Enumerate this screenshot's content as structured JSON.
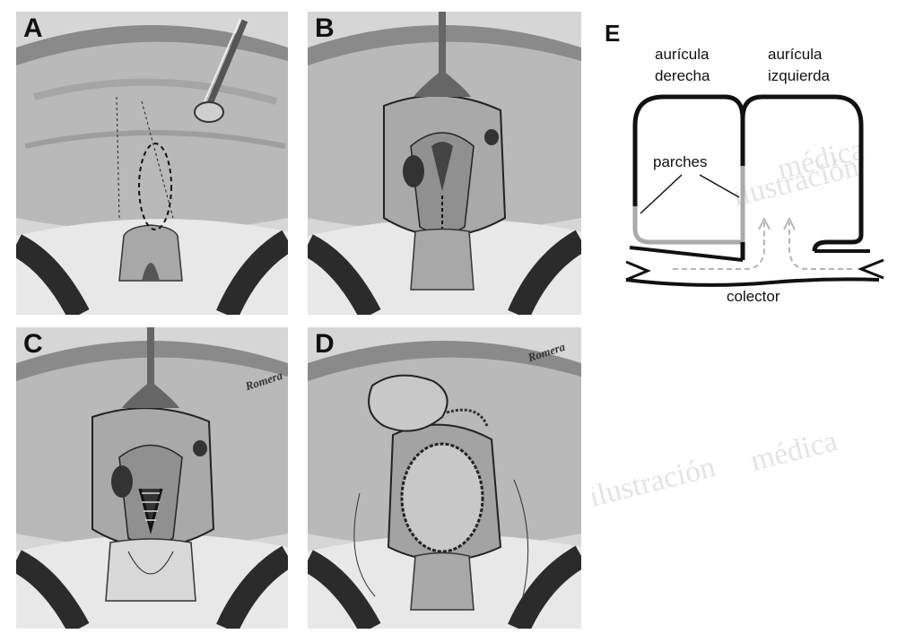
{
  "panels": [
    {
      "letter": "A",
      "signature": ""
    },
    {
      "letter": "B",
      "signature": ""
    },
    {
      "letter": "C",
      "signature": "Romera"
    },
    {
      "letter": "D",
      "signature": "Romera"
    }
  ],
  "schema": {
    "letter": "E",
    "right_atrium_line1": "aurícula",
    "right_atrium_line2": "derecha",
    "left_atrium_line1": "aurícula",
    "left_atrium_line2": "izquierda",
    "patches_label": "parches",
    "collector_label": "colector"
  },
  "watermark": {
    "word1": "ilustración",
    "word2": "médica"
  },
  "colors": {
    "outline": "#111111",
    "patch_gray": "#aaaaaa",
    "flow_arrow": "#b5b5b5",
    "tissue_gray": "#9a9a9a",
    "tube_dark": "#2b2b2b"
  }
}
